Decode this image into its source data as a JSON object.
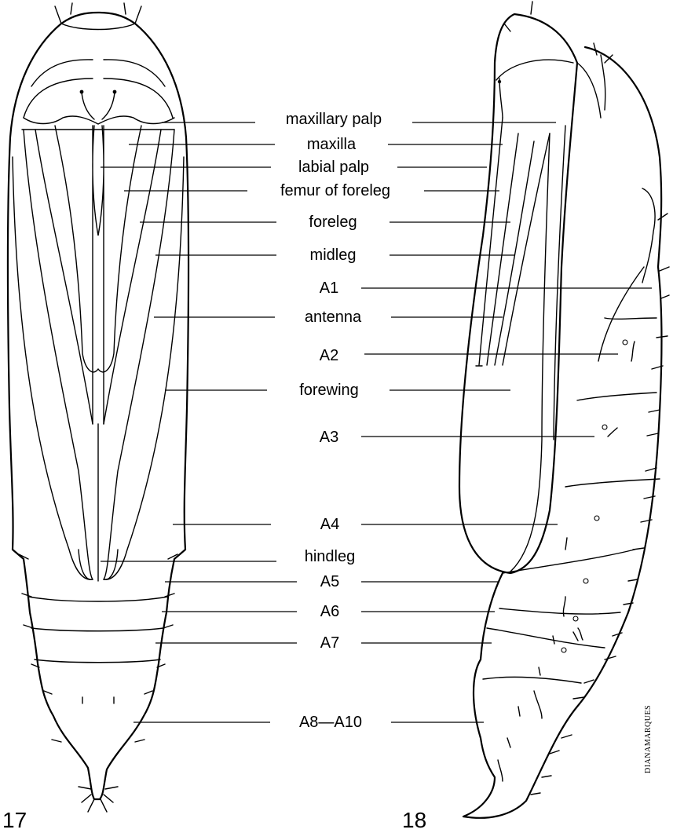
{
  "figures": {
    "left": "17",
    "right": "18"
  },
  "signature": "DIANAMARQUES",
  "labels": [
    {
      "key": "maxillary_palp",
      "text": "maxillary palp"
    },
    {
      "key": "maxilla",
      "text": "maxilla"
    },
    {
      "key": "labial_palp",
      "text": "labial palp"
    },
    {
      "key": "femur_of_foreleg",
      "text": "femur of foreleg"
    },
    {
      "key": "foreleg",
      "text": "foreleg"
    },
    {
      "key": "midleg",
      "text": "midleg"
    },
    {
      "key": "a1",
      "text": "A1"
    },
    {
      "key": "antenna",
      "text": "antenna"
    },
    {
      "key": "a2",
      "text": "A2"
    },
    {
      "key": "forewing",
      "text": "forewing"
    },
    {
      "key": "a3",
      "text": "A3"
    },
    {
      "key": "a4",
      "text": "A4"
    },
    {
      "key": "hindleg",
      "text": "hindleg"
    },
    {
      "key": "a5",
      "text": "A5"
    },
    {
      "key": "a6",
      "text": "A6"
    },
    {
      "key": "a7",
      "text": "A7"
    },
    {
      "key": "a8_a10",
      "text": "A8—A10"
    }
  ]
}
